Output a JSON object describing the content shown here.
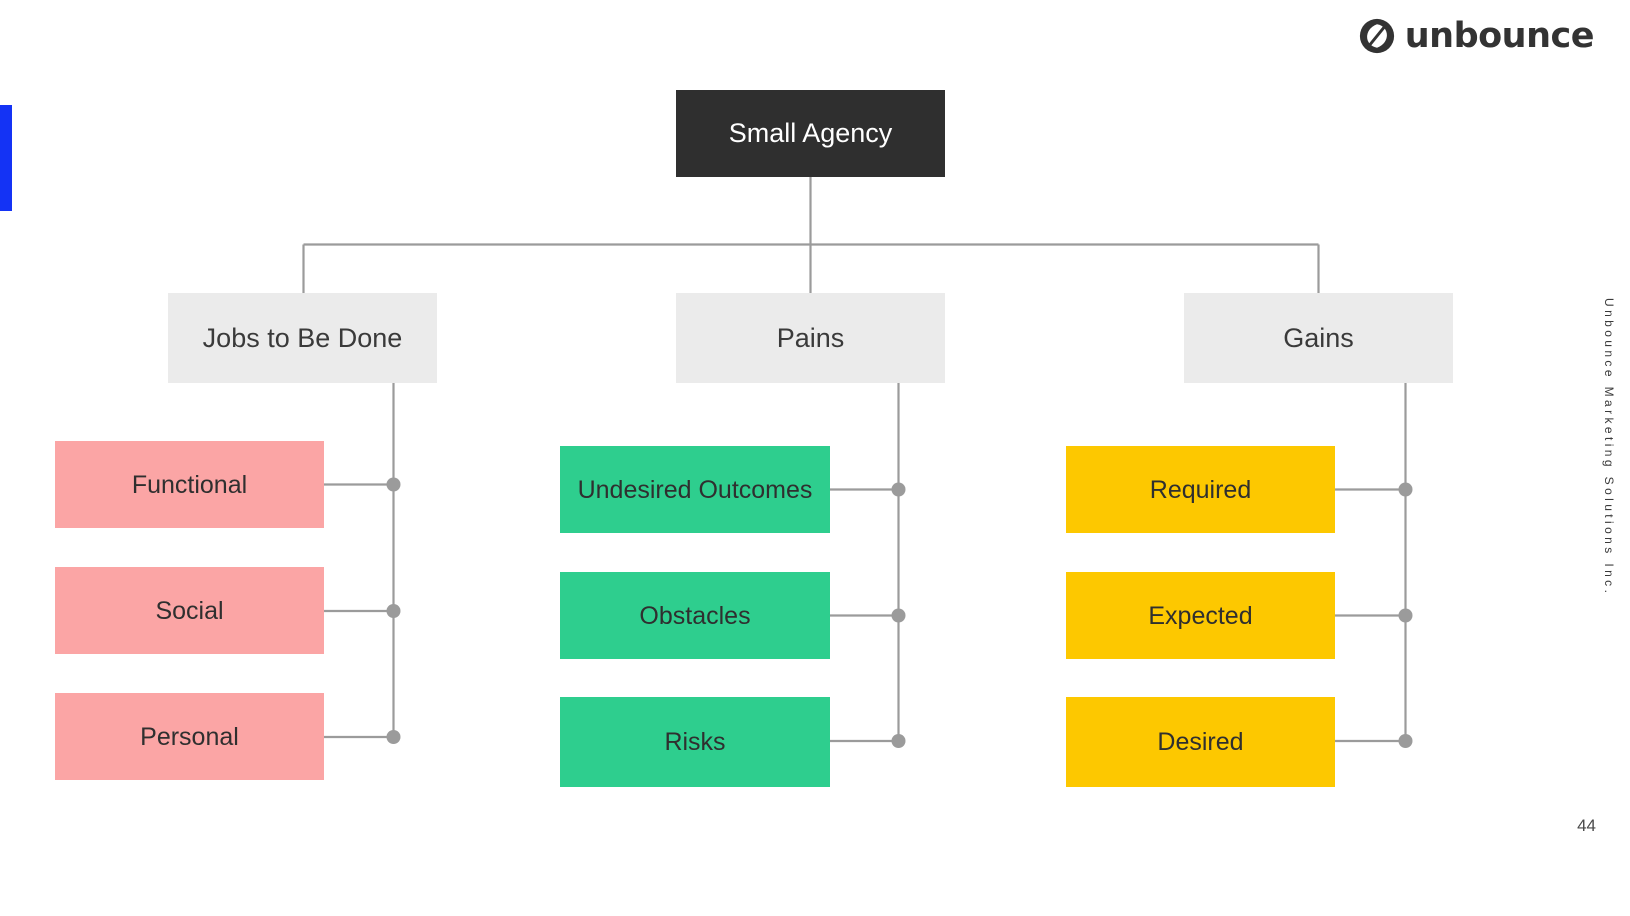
{
  "slide": {
    "page_number": "44",
    "side_note": "Unbounce Marketing Solutions Inc.",
    "accent_color": "#1433f5",
    "background_color": "#ffffff"
  },
  "brand": {
    "name": "unbounce",
    "logo_icon": "unbounce-circle-icon",
    "color": "#333333"
  },
  "diagram": {
    "root": {
      "label": "Small Agency",
      "bg": "#2f2f2f",
      "fg": "#ffffff"
    },
    "connector_color": "#9b9b9b",
    "categories": [
      {
        "label": "Jobs to Be Done",
        "bg": "#ebebeb",
        "leaf_color": "#fba5a5",
        "leaves": [
          {
            "label": "Functional"
          },
          {
            "label": "Social"
          },
          {
            "label": "Personal"
          }
        ]
      },
      {
        "label": "Pains",
        "bg": "#ebebeb",
        "leaf_color": "#2ece8e",
        "leaves": [
          {
            "label": "Undesired Outcomes"
          },
          {
            "label": "Obstacles"
          },
          {
            "label": "Risks"
          }
        ]
      },
      {
        "label": "Gains",
        "bg": "#ebebeb",
        "leaf_color": "#fdc800",
        "leaves": [
          {
            "label": "Required"
          },
          {
            "label": "Expected"
          },
          {
            "label": "Desired"
          }
        ]
      }
    ]
  }
}
